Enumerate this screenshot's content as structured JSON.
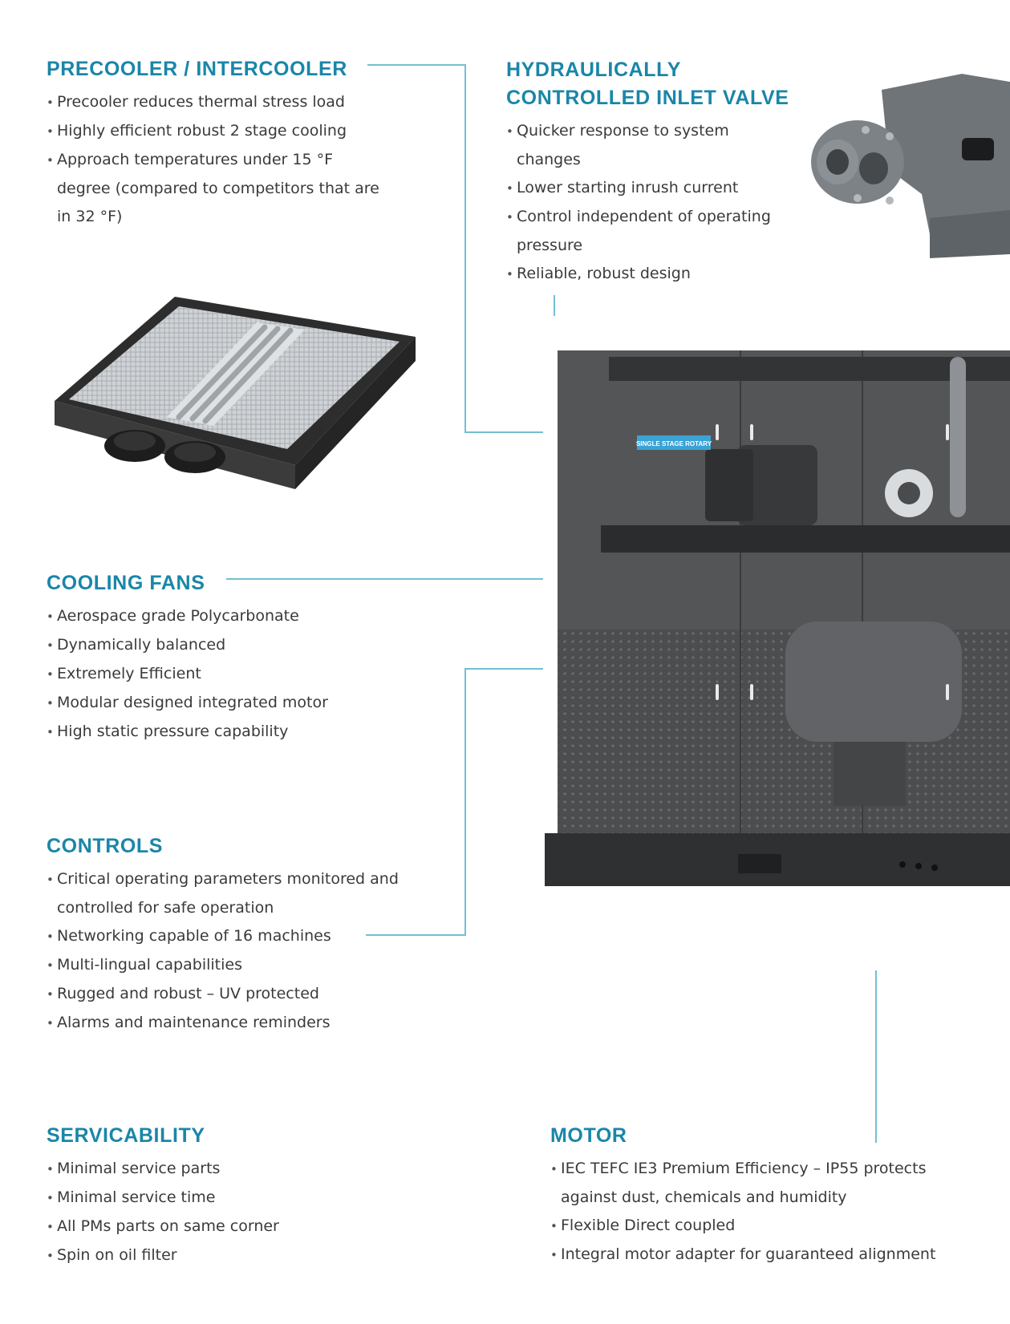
{
  "sections": {
    "precooler": {
      "title": "PRECOOLER / INTERCOOLER",
      "bullets": [
        "Precooler reduces thermal stress load",
        "Highly efficient robust 2 stage cooling",
        "Approach temperatures under 15 °F degree (compared to competitors that are in 32 °F)"
      ]
    },
    "inlet_valve": {
      "title_line1": "HYDRAULICALLY",
      "title_line2": "CONTROLLED INLET VALVE",
      "bullets": [
        "Quicker response to system changes",
        "Lower starting inrush current",
        "Control independent of operating pressure",
        "Reliable, robust design"
      ]
    },
    "cooling_fans": {
      "title": "COOLING FANS",
      "bullets": [
        "Aerospace grade Polycarbonate",
        "Dynamically balanced",
        "Extremely Efficient",
        "Modular designed integrated motor",
        "High static pressure capability"
      ]
    },
    "controls": {
      "title": "CONTROLS",
      "bullets": [
        "Critical operating parameters monitored and controlled for safe operation",
        "Networking capable of 16 machines",
        "Multi-lingual capabilities",
        "Rugged and robust – UV protected",
        "Alarms and maintenance reminders"
      ]
    },
    "servicability": {
      "title": "SERVICABILITY",
      "bullets": [
        "Minimal service parts",
        "Minimal service time",
        "All PMs parts on same corner",
        "Spin on oil filter"
      ]
    },
    "motor": {
      "title": "MOTOR",
      "bullets": [
        "IEC TEFC IE3 Premium Efficiency – IP55 protects against dust, chemicals and humidity",
        "Flexible Direct coupled",
        "Integral motor adapter for guaranteed alignment"
      ]
    }
  },
  "compressor_label": "SINGLE STAGE ROTARY",
  "colors": {
    "heading": "#1a86a8",
    "connector": "#73bfd3",
    "label_bg": "#3aa3d6",
    "cabinet": "#4a4a4a"
  }
}
